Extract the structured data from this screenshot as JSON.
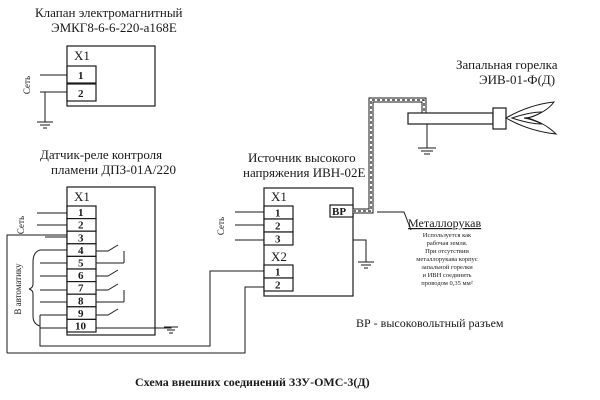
{
  "valve": {
    "title_line1": "Клапан электромагнитный",
    "title_line2": "ЭМКГ8-6-6-220-а168Е",
    "connector": "X1",
    "terminals": [
      "1",
      "2"
    ],
    "net_label": "Сеть"
  },
  "sensor": {
    "title_line1": "Датчик-реле контроля",
    "title_line2": "пламени ДПЗ-01А/220",
    "connector": "X1",
    "terminals": [
      "1",
      "2",
      "3",
      "4",
      "5",
      "6",
      "7",
      "8",
      "9",
      "10"
    ],
    "net_label": "Сеть",
    "auto_label": "В автоматику"
  },
  "source": {
    "title_line1": "Источник высокого",
    "title_line2": "напряжения ИВН-02Е",
    "connector1": "X1",
    "terminals1": [
      "1",
      "2",
      "3"
    ],
    "connector2": "X2",
    "terminals2": [
      "1",
      "2"
    ],
    "hv_port": "ВР",
    "net_label": "Сеть"
  },
  "burner": {
    "title_line1": "Запальная горелка",
    "title_line2": "ЭИВ-01-Ф(Д)"
  },
  "hose": {
    "label": "Металлорукав",
    "note_lines": [
      "Используется как",
      "рабочая земля.",
      "При отсутствии",
      "металлорукава корпус",
      "запальной горелки",
      "и ИВН соединить",
      "проводом 0,35 мм²"
    ]
  },
  "legend": "ВР - высоковольтный разъем",
  "caption": "Схема внешних соединений ЗЗУ-ОМС-3(Д)"
}
